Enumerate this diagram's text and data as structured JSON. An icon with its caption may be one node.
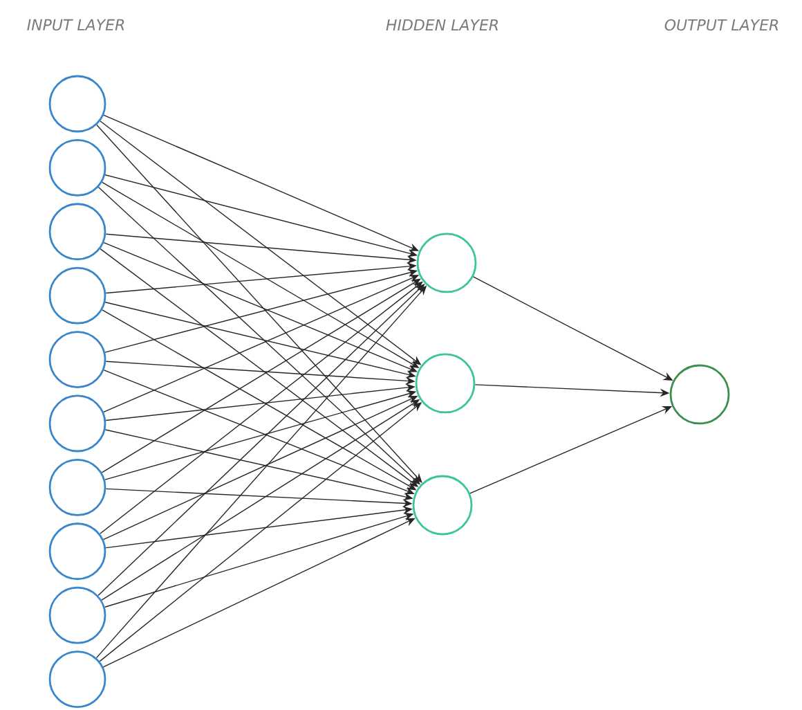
{
  "diagram": {
    "nodes": [
      {
        "text": [],
        "shape": "circle"
      },
      {
        "text": [],
        "shape": "circle"
      },
      {
        "text": [],
        "shape": "circle"
      },
      {
        "text": [],
        "shape": "circle"
      },
      {
        "text": [],
        "shape": "circle"
      },
      {
        "text": [],
        "shape": "circle"
      },
      {
        "text": [],
        "shape": "circle"
      },
      {
        "text": [],
        "shape": "circle"
      },
      {
        "text": [],
        "shape": "circle"
      },
      {
        "text": [],
        "shape": "circle"
      },
      {
        "text": [],
        "shape": "circle"
      },
      {
        "text": [],
        "shape": "circle"
      },
      {
        "text": [],
        "shape": "circle"
      },
      {
        "text": [],
        "shape": "circle"
      }
    ],
    "edges": [
      {
        "from": 0,
        "to": 10,
        "arrow": "to"
      },
      {
        "from": 0,
        "to": 11,
        "arrow": "to"
      },
      {
        "from": 0,
        "to": 12,
        "arrow": "to"
      },
      {
        "from": 1,
        "to": 10,
        "arrow": "to"
      },
      {
        "from": 1,
        "to": 11,
        "arrow": "to"
      },
      {
        "from": 1,
        "to": 12,
        "arrow": "to"
      },
      {
        "from": 2,
        "to": 10,
        "arrow": "to"
      },
      {
        "from": 2,
        "to": 11,
        "arrow": "to"
      },
      {
        "from": 2,
        "to": 12,
        "arrow": "to"
      },
      {
        "from": 3,
        "to": 10,
        "arrow": "to"
      },
      {
        "from": 3,
        "to": 11,
        "arrow": "to"
      },
      {
        "from": 3,
        "to": 12,
        "arrow": "to"
      },
      {
        "from": 4,
        "to": 10,
        "arrow": "to"
      },
      {
        "from": 4,
        "to": 11,
        "arrow": "to"
      },
      {
        "from": 4,
        "to": 12,
        "arrow": "to"
      },
      {
        "from": 5,
        "to": 10,
        "arrow": "to"
      },
      {
        "from": 5,
        "to": 11,
        "arrow": "to"
      },
      {
        "from": 5,
        "to": 12,
        "arrow": "to"
      },
      {
        "from": 6,
        "to": 10,
        "arrow": "to"
      },
      {
        "from": 6,
        "to": 11,
        "arrow": "to"
      },
      {
        "from": 6,
        "to": 12,
        "arrow": "to"
      },
      {
        "from": 7,
        "to": 10,
        "arrow": "to"
      },
      {
        "from": 7,
        "to": 11,
        "arrow": "to"
      },
      {
        "from": 7,
        "to": 12,
        "arrow": "to"
      },
      {
        "from": 8,
        "to": 10,
        "arrow": "to"
      },
      {
        "from": 8,
        "to": 11,
        "arrow": "to"
      },
      {
        "from": 8,
        "to": 12,
        "arrow": "to"
      },
      {
        "from": 9,
        "to": 10,
        "arrow": "to"
      },
      {
        "from": 9,
        "to": 11,
        "arrow": "to"
      },
      {
        "from": 9,
        "to": 12,
        "arrow": "to"
      },
      {
        "from": 10,
        "to": 13,
        "arrow": "to"
      },
      {
        "from": 11,
        "to": 13,
        "arrow": "to"
      },
      {
        "from": 12,
        "to": 13,
        "arrow": "to"
      }
    ],
    "labels": [
      "INPUT LAYER",
      "HIDDEN LAYER",
      "OUTPUT LAYER"
    ]
  }
}
